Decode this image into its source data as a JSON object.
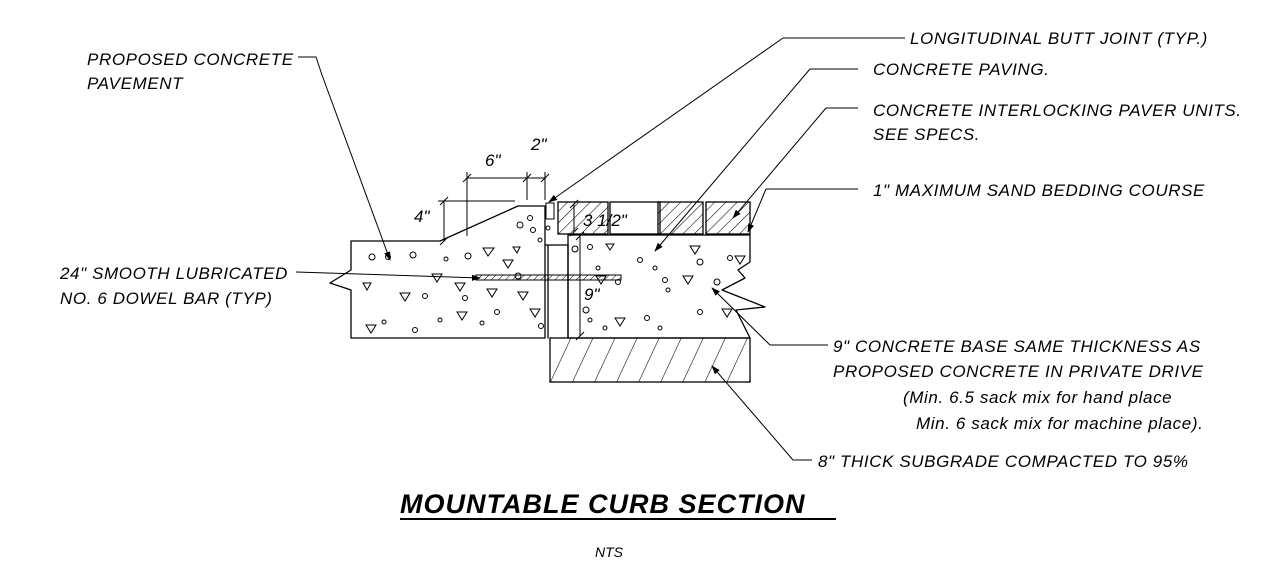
{
  "title": "MOUNTABLE CURB SECTION",
  "scale_note": "NTS",
  "labels": {
    "proposed_pavement": [
      "PROPOSED CONCRETE",
      "PAVEMENT"
    ],
    "dowel_bar": [
      "24\" SMOOTH LUBRICATED",
      "NO. 6 DOWEL BAR (TYP)"
    ],
    "butt_joint": "LONGITUDINAL BUTT JOINT (TYP.)",
    "concrete_paving": "CONCRETE PAVING.",
    "paver_units": [
      "CONCRETE INTERLOCKING PAVER UNITS.",
      "SEE SPECS."
    ],
    "sand_bedding": "1\" MAXIMUM SAND BEDDING COURSE",
    "concrete_base": [
      "9\" CONCRETE BASE SAME THICKNESS AS",
      "PROPOSED CONCRETE IN PRIVATE DRIVE"
    ],
    "mix_notes": [
      "(Min. 6.5 sack mix for hand place",
      "Min. 6 sack mix for machine place)."
    ],
    "subgrade": "8\" THICK SUBGRADE COMPACTED TO 95%"
  },
  "dimensions": {
    "curb_width": "6\"",
    "gap": "2\"",
    "curb_height": "4\"",
    "paver_depth": "3 1/2\"",
    "base_depth": "9\""
  }
}
